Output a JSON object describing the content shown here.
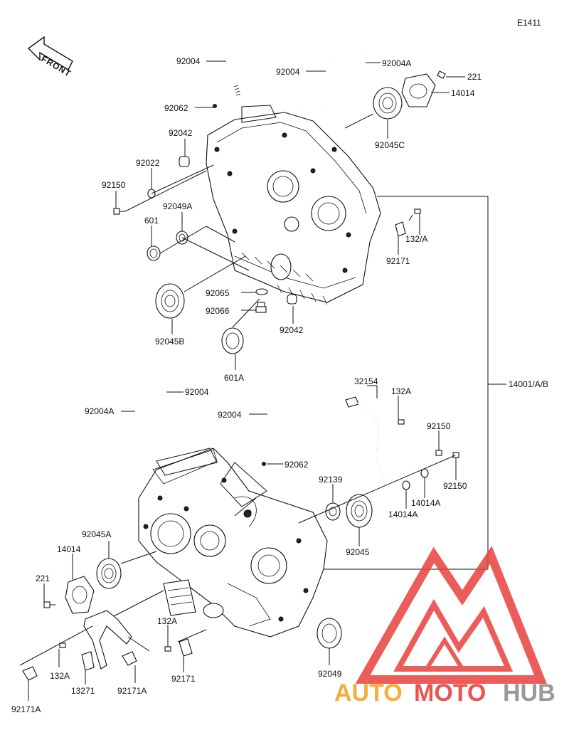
{
  "code": "E1411",
  "front_label": "FRONT",
  "watermark": {
    "word_auto": "AUTO",
    "word_moto": "MOTO",
    "word_hub": "HUB",
    "colors": {
      "red": "#e8413c",
      "orange": "#f5a623",
      "gray": "#8f8f8f"
    }
  },
  "labels": {
    "upper": {
      "stud_long": "92004",
      "stud_mid": "92004",
      "stud_a": "92004A",
      "bolt_221": "221",
      "plate_14014": "14014",
      "pin_92062": "92062",
      "bearing_92045c": "92045C",
      "dowel_92042": "92042",
      "washer_92022": "92022",
      "bolt_92150": "92150",
      "seal_92049a": "92049A",
      "seal_601": "601",
      "bolt_132a": "132/A",
      "clamp_92171": "92171",
      "washer_92065": "92065",
      "plug_92066": "92066",
      "bearing_92045b": "92045B",
      "dowel_92042b": "92042",
      "bearing_601a": "601A"
    },
    "assembly": "14001/A/B",
    "lower": {
      "hose_32154": "32154",
      "bolt_132a_a": "132A",
      "stud_92004": "92004",
      "stud_92004a": "92004A",
      "stud_92004b": "92004",
      "bolt_92150a": "92150",
      "pin_92062": "92062",
      "bolt_92150b": "92150",
      "collar_92139": "92139",
      "cap_14014a_a": "14014A",
      "cap_14014a_b": "14014A",
      "bearing_92045a": "92045A",
      "bearing_92045": "92045",
      "plate_14014": "14014",
      "bolt_221": "221",
      "bolt_132a_b": "132A",
      "bolt_132a_c": "132A",
      "clamp_92171": "92171",
      "seal_92049": "92049",
      "bracket_13271": "13271",
      "clamp_92171a_a": "92171A",
      "clamp_92171a_b": "92171A"
    }
  }
}
